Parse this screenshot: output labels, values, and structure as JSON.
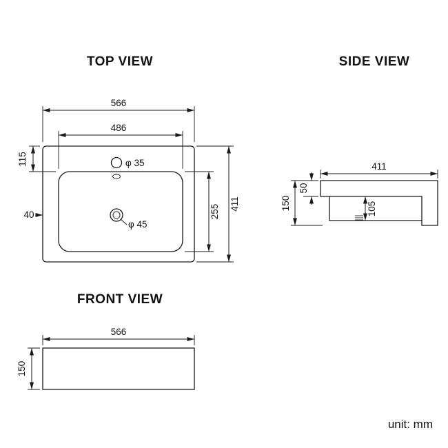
{
  "unit_label": "unit: mm",
  "colors": {
    "line": "#1a1a1a",
    "background": "#ffffff"
  },
  "top_view": {
    "title": "TOP VIEW",
    "dim_width_outer": "566",
    "dim_width_inner": "486",
    "dim_top_inset": "115",
    "dim_left_inset": "40",
    "dim_depth_inner": "255",
    "dim_depth_outer": "411",
    "label_faucet_hole": "φ 35",
    "label_drain_hole": "φ 45"
  },
  "side_view": {
    "title": "SIDE VIEW",
    "dim_depth": "411",
    "dim_rim_height": "50",
    "dim_total_height": "150",
    "dim_bowl_depth": "105"
  },
  "front_view": {
    "title": "FRONT VIEW",
    "dim_width": "566",
    "dim_height": "150"
  }
}
